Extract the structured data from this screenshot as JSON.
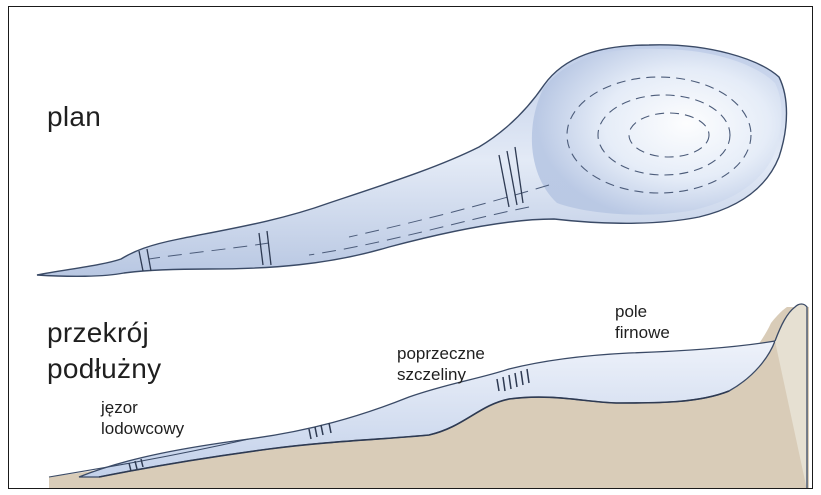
{
  "labels": {
    "plan": "plan",
    "section": "przekrój\npodłużny",
    "tongue": "jęzor\nlodowcowy",
    "crevasses": "poprzeczne\nszczeliny",
    "firn": "pole\nfirnowe"
  },
  "colors": {
    "ice_fill": "#c9d6ec",
    "ice_light": "#e8eef8",
    "ice_edge": "#3a4a66",
    "bedrock": "#d9ccb8",
    "frame": "#1a1a1a"
  }
}
